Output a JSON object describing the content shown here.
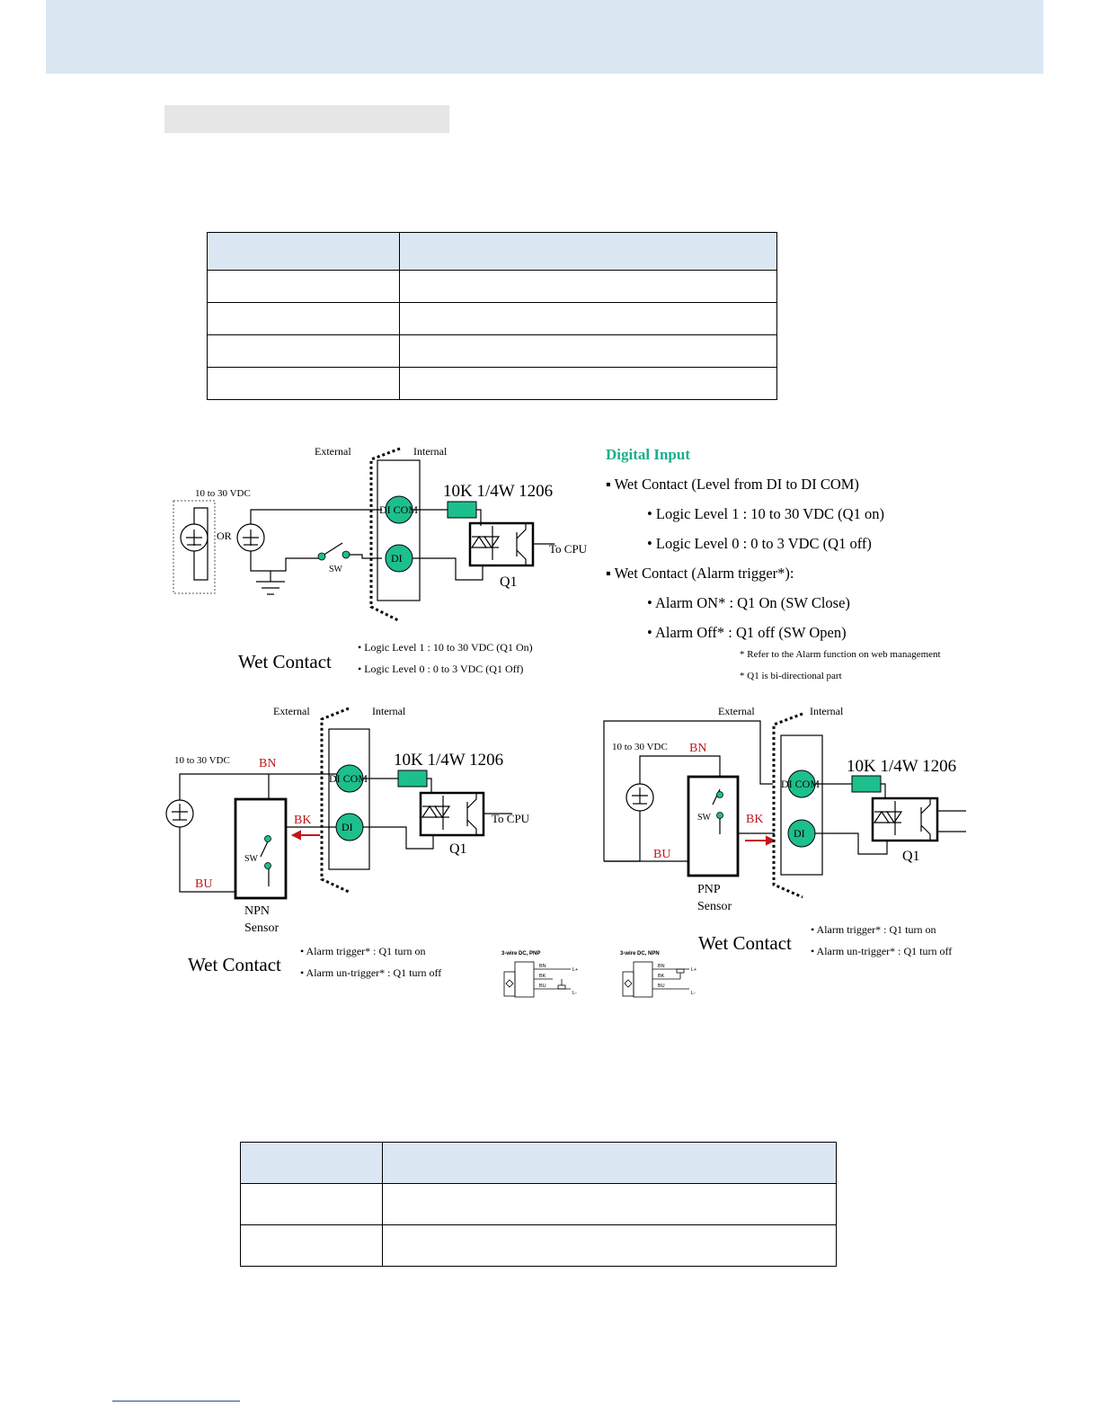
{
  "d1": {
    "external": "External",
    "internal": "Internal",
    "vdc": "10 to 30 VDC",
    "or": "OR",
    "sw": "SW",
    "dicom": "DI COM",
    "di": "DI",
    "resistor": "10K 1/4W 1206",
    "tocpu": "To CPU",
    "q1": "Q1",
    "title": "Wet Contact",
    "note1": "• Logic Level 1  : 10 to 30 VDC (Q1 On)",
    "note2": "• Logic Level 0  : 0 to 3 VDC (Q1 Off)"
  },
  "digital_input": {
    "heading": "Digital Input",
    "line1": "▪ Wet Contact (Level from DI to DI COM)",
    "line2": "• Logic Level 1  : 10 to 30 VDC (Q1 on)",
    "line3": "• Logic Level 0  : 0 to 3 VDC (Q1 off)",
    "line4": "▪ Wet Contact (Alarm trigger*):",
    "line5": "• Alarm ON*  : Q1 On (SW Close)",
    "line6": "• Alarm Off*  : Q1 off (SW Open)",
    "footnote1": "* Refer to the Alarm function on web management",
    "footnote2": "* Q1 is bi-directional part",
    "heading_color": "#1aaf8a"
  },
  "d2": {
    "external": "External",
    "internal": "Internal",
    "vdc": "10 to 30 VDC",
    "bn": "BN",
    "bk": "BK",
    "bu": "BU",
    "sw": "SW",
    "dicom": "DI COM",
    "di": "DI",
    "resistor": "10K 1/4W 1206",
    "tocpu": "To CPU",
    "q1": "Q1",
    "sensor1": "NPN",
    "sensor2": "Sensor",
    "title": "Wet Contact",
    "note1": "• Alarm trigger* : Q1 turn on",
    "note2": "• Alarm un-trigger* : Q1 turn off"
  },
  "pnp_icon": {
    "title": "3-wire DC, PNP",
    "bn": "BN",
    "bk": "BK",
    "bu": "BU",
    "lp": "L+",
    "lm": "L-"
  },
  "npn_icon": {
    "title": "3-wire DC, NPN",
    "bn": "BN",
    "bk": "BK",
    "bu": "BU",
    "lp": "L+",
    "lm": "L-"
  },
  "d3": {
    "external": "External",
    "internal": "Internal",
    "vdc": "10 to 30 VDC",
    "bn": "BN",
    "bk": "BK",
    "bu": "BU",
    "sw": "SW",
    "dicom": "DI COM",
    "di": "DI",
    "resistor": "10K 1/4W 1206",
    "q1": "Q1",
    "sensor1": "PNP",
    "sensor2": "Sensor",
    "title": "Wet Contact",
    "note1": "• Alarm trigger* : Q1 turn on",
    "note2": "• Alarm un-trigger* : Q1 turn off"
  },
  "colors": {
    "header_band": "#dce7f4",
    "section_bar": "#e6e6e6",
    "table_header": "#dce7f4",
    "terminal_green": "#1dbf8c",
    "resistor_green": "#1dbf8c",
    "wire_label_red": "#c0161b"
  }
}
